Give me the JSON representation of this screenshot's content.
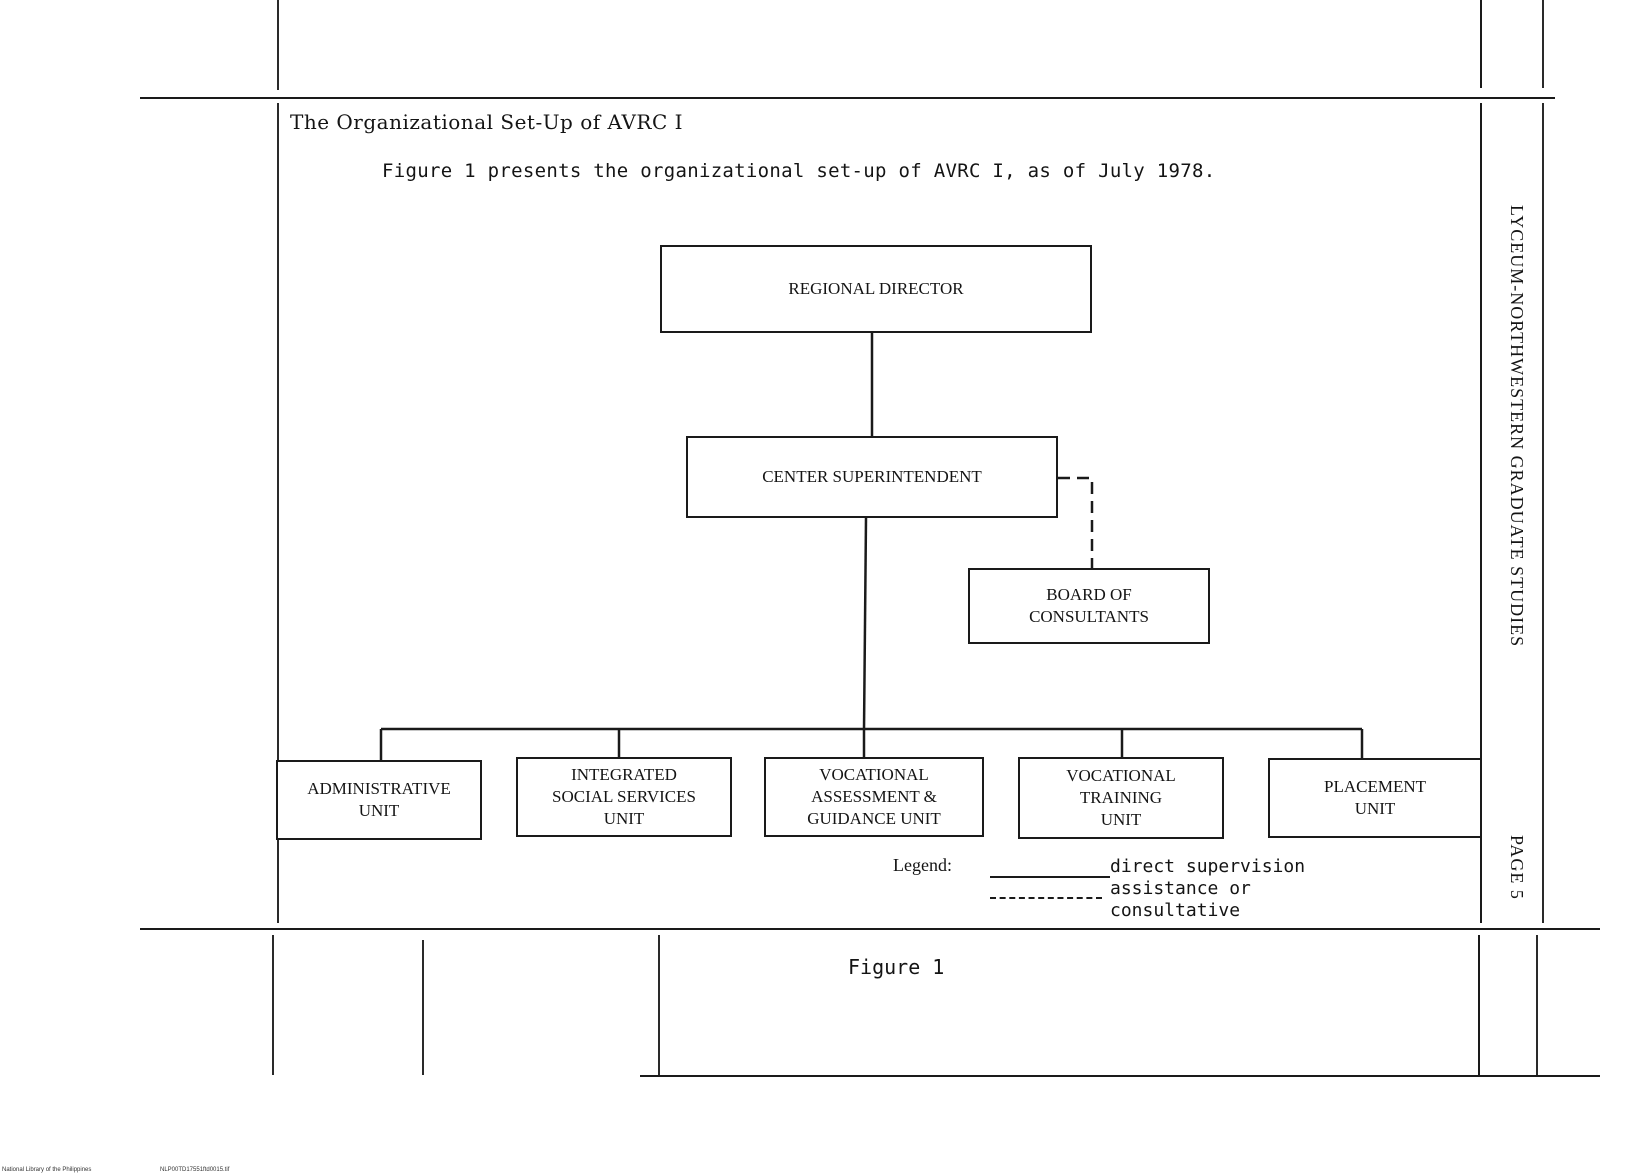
{
  "page": {
    "heading": "The Organizational Set-Up of AVRC I",
    "intro": "Figure 1 presents the organizational set-up of AVRC I, as of July 1978.",
    "side_banner": "LYCEUM-NORTHWESTERN GRADUATE STUDIES",
    "page_label": "PAGE 5",
    "figure_caption": "Figure 1",
    "footer_left": "National Library of the Philippines",
    "footer_right": "NLP00TD17551ftd0015.tif"
  },
  "org_chart": {
    "nodes": [
      {
        "id": "regional-director",
        "label": "REGIONAL DIRECTOR"
      },
      {
        "id": "center-superintendent",
        "label": "CENTER SUPERINTENDENT"
      },
      {
        "id": "board-of-consultants",
        "label": "BOARD OF\nCONSULTANTS"
      },
      {
        "id": "administrative-unit",
        "label": "ADMINISTRATIVE\nUNIT"
      },
      {
        "id": "integrated-social-services-unit",
        "label": "INTEGRATED\nSOCIAL SERVICES\nUNIT"
      },
      {
        "id": "vocational-assessment-guidance-unit",
        "label": "VOCATIONAL\nASSESSMENT &\nGUIDANCE UNIT"
      },
      {
        "id": "vocational-training-unit",
        "label": "VOCATIONAL\nTRAINING\nUNIT"
      },
      {
        "id": "placement-unit",
        "label": "PLACEMENT\nUNIT"
      }
    ],
    "edges": [
      {
        "from": "regional-director",
        "to": "center-superintendent",
        "style": "solid"
      },
      {
        "from": "center-superintendent",
        "to": "board-of-consultants",
        "style": "dashed"
      },
      {
        "from": "center-superintendent",
        "to": "administrative-unit",
        "style": "solid"
      },
      {
        "from": "center-superintendent",
        "to": "integrated-social-services-unit",
        "style": "solid"
      },
      {
        "from": "center-superintendent",
        "to": "vocational-assessment-guidance-unit",
        "style": "solid"
      },
      {
        "from": "center-superintendent",
        "to": "vocational-training-unit",
        "style": "solid"
      },
      {
        "from": "center-superintendent",
        "to": "placement-unit",
        "style": "solid"
      }
    ]
  },
  "legend": {
    "title": "Legend:",
    "items": [
      {
        "style": "solid",
        "label": "direct supervision"
      },
      {
        "style": "dashed",
        "label": "assistance or\nconsultative"
      }
    ]
  }
}
